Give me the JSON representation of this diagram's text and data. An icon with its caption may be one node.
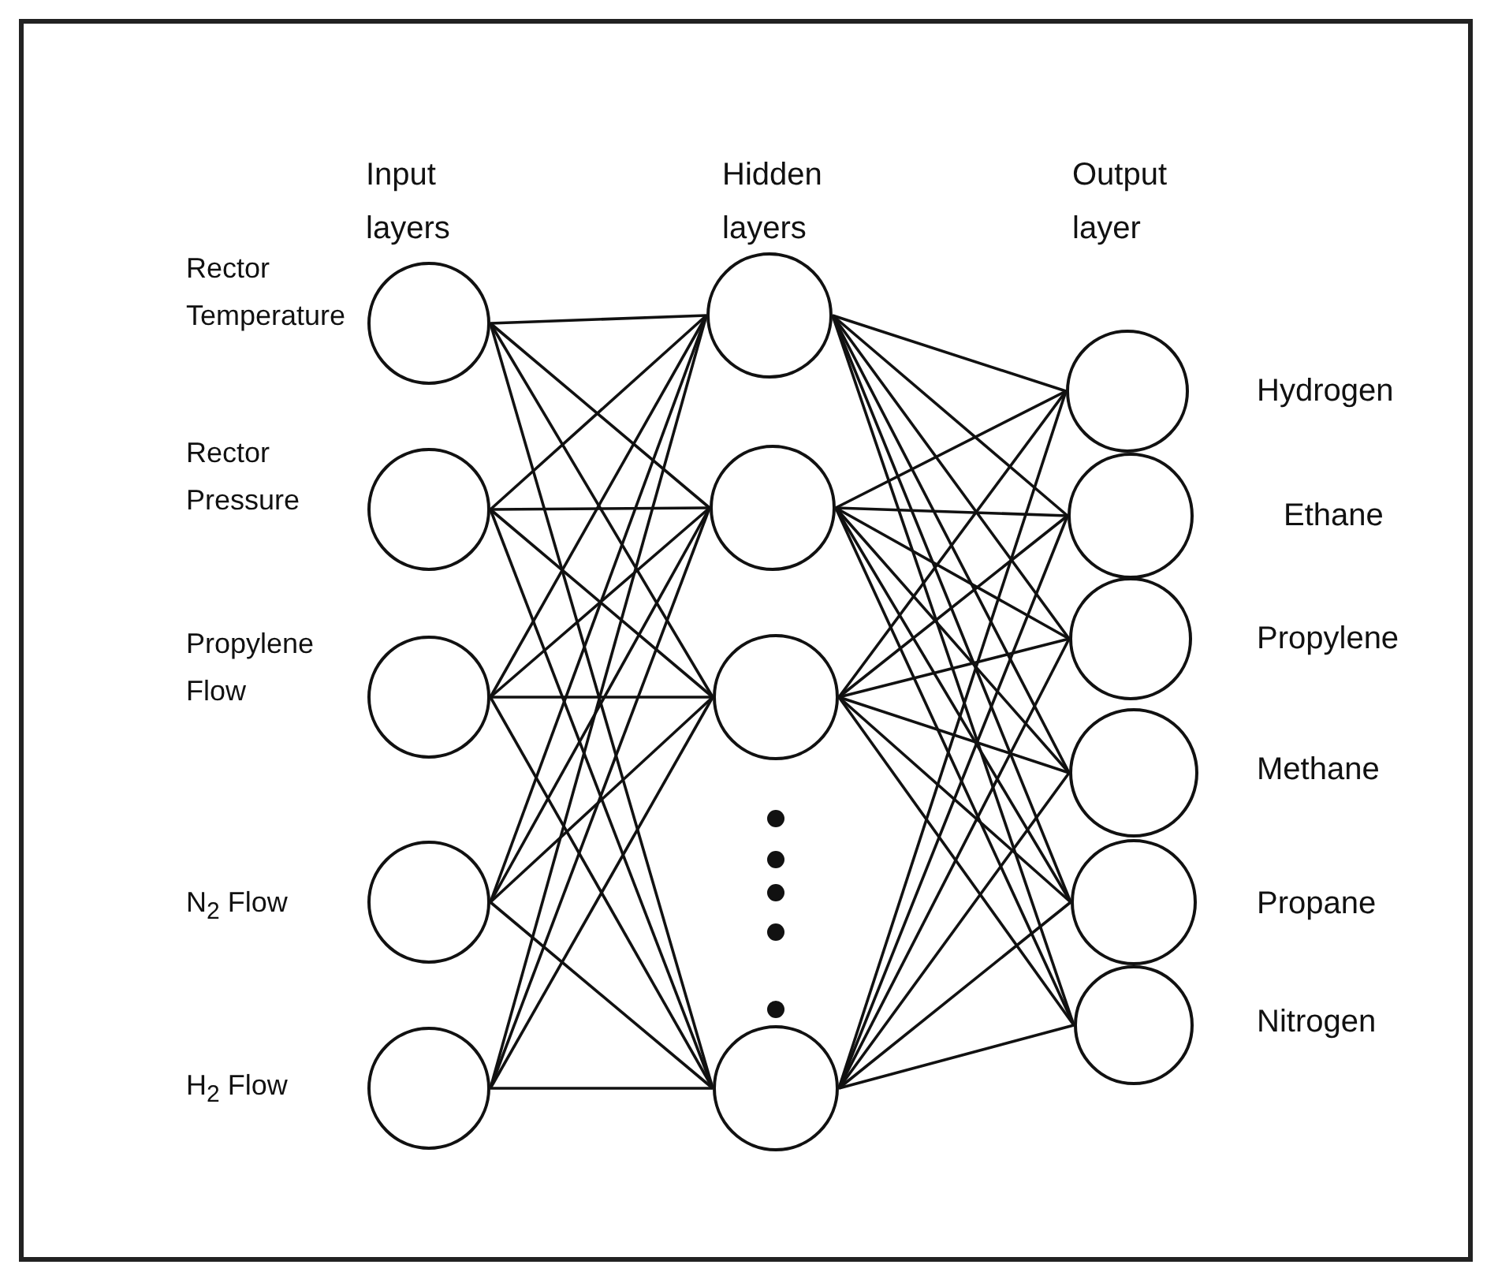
{
  "diagram": {
    "nodes": [
      {
        "text": [],
        "shape": "circle",
        "beside": [
          "Rector Temperature"
        ]
      },
      {
        "text": [],
        "shape": "circle",
        "beside": [
          "Rector Pressure"
        ]
      },
      {
        "text": [],
        "shape": "circle",
        "beside": [
          "Propylene Flow"
        ]
      },
      {
        "text": [],
        "shape": "circle",
        "beside": [
          "N$_{2}$ Flow"
        ]
      },
      {
        "text": [],
        "shape": "circle",
        "beside": [
          "H$_{2}$ Flow"
        ]
      },
      {
        "text": [],
        "shape": "circle"
      },
      {
        "text": [],
        "shape": "circle"
      },
      {
        "text": [],
        "shape": "circle"
      },
      {
        "text": [],
        "shape": "circle"
      },
      {
        "text": [],
        "shape": "circle",
        "beside": [
          "Hydrogen"
        ]
      },
      {
        "text": [],
        "shape": "circle",
        "beside": [
          "Ethane"
        ]
      },
      {
        "text": [],
        "shape": "circle",
        "beside": [
          "Propylene"
        ]
      },
      {
        "text": [],
        "shape": "circle",
        "beside": [
          "Methane"
        ]
      },
      {
        "text": [],
        "shape": "circle",
        "beside": [
          "Propane"
        ]
      },
      {
        "text": [],
        "shape": "circle",
        "beside": [
          "Nitrogen"
        ]
      }
    ],
    "edges": [
      {
        "from": 0,
        "to": 5,
        "arrow": "none"
      },
      {
        "from": 0,
        "to": 6,
        "arrow": "none"
      },
      {
        "from": 0,
        "to": 7,
        "arrow": "none"
      },
      {
        "from": 0,
        "to": 8,
        "arrow": "none"
      },
      {
        "from": 1,
        "to": 5,
        "arrow": "none"
      },
      {
        "from": 1,
        "to": 6,
        "arrow": "none"
      },
      {
        "from": 1,
        "to": 7,
        "arrow": "none"
      },
      {
        "from": 1,
        "to": 8,
        "arrow": "none"
      },
      {
        "from": 2,
        "to": 5,
        "arrow": "none"
      },
      {
        "from": 2,
        "to": 6,
        "arrow": "none"
      },
      {
        "from": 2,
        "to": 7,
        "arrow": "none"
      },
      {
        "from": 2,
        "to": 8,
        "arrow": "none"
      },
      {
        "from": 3,
        "to": 5,
        "arrow": "none"
      },
      {
        "from": 3,
        "to": 6,
        "arrow": "none"
      },
      {
        "from": 3,
        "to": 7,
        "arrow": "none"
      },
      {
        "from": 3,
        "to": 8,
        "arrow": "none"
      },
      {
        "from": 4,
        "to": 5,
        "arrow": "none"
      },
      {
        "from": 4,
        "to": 6,
        "arrow": "none"
      },
      {
        "from": 4,
        "to": 7,
        "arrow": "none"
      },
      {
        "from": 4,
        "to": 8,
        "arrow": "none"
      },
      {
        "from": 5,
        "to": 9,
        "arrow": "none"
      },
      {
        "from": 5,
        "to": 10,
        "arrow": "none"
      },
      {
        "from": 5,
        "to": 11,
        "arrow": "none"
      },
      {
        "from": 5,
        "to": 12,
        "arrow": "none"
      },
      {
        "from": 5,
        "to": 13,
        "arrow": "none"
      },
      {
        "from": 5,
        "to": 14,
        "arrow": "none"
      },
      {
        "from": 6,
        "to": 9,
        "arrow": "none"
      },
      {
        "from": 6,
        "to": 10,
        "arrow": "none"
      },
      {
        "from": 6,
        "to": 11,
        "arrow": "none"
      },
      {
        "from": 6,
        "to": 12,
        "arrow": "none"
      },
      {
        "from": 6,
        "to": 13,
        "arrow": "none"
      },
      {
        "from": 6,
        "to": 14,
        "arrow": "none"
      },
      {
        "from": 7,
        "to": 9,
        "arrow": "none"
      },
      {
        "from": 7,
        "to": 10,
        "arrow": "none"
      },
      {
        "from": 7,
        "to": 11,
        "arrow": "none"
      },
      {
        "from": 7,
        "to": 12,
        "arrow": "none"
      },
      {
        "from": 7,
        "to": 13,
        "arrow": "none"
      },
      {
        "from": 7,
        "to": 14,
        "arrow": "none"
      },
      {
        "from": 8,
        "to": 9,
        "arrow": "none"
      },
      {
        "from": 8,
        "to": 10,
        "arrow": "none"
      },
      {
        "from": 8,
        "to": 11,
        "arrow": "none"
      },
      {
        "from": 8,
        "to": 12,
        "arrow": "none"
      },
      {
        "from": 8,
        "to": 13,
        "arrow": "none"
      },
      {
        "from": 8,
        "to": 14,
        "arrow": "none"
      }
    ],
    "labels": [
      "Input layers",
      "Hidden layers",
      "Output layer"
    ]
  }
}
